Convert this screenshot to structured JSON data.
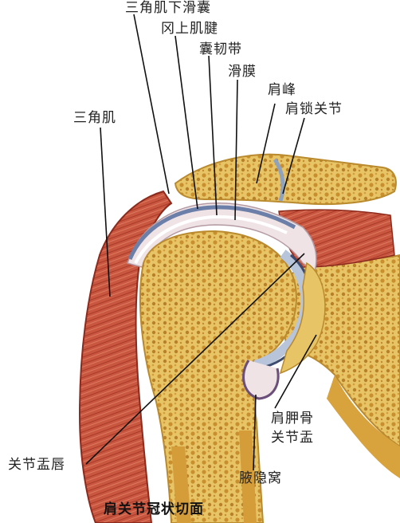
{
  "labels": {
    "deltoid_bursa": "三角肌下滑囊",
    "supraspinatus_tendon": "冈上肌腱",
    "capsular_ligament": "囊韧带",
    "synovium": "滑膜",
    "acromion": "肩峰",
    "ac_joint": "肩锁关节",
    "deltoid": "三角肌",
    "glenoid_1": "肩胛骨",
    "glenoid_2": "关节盂",
    "labrum": "关节盂唇",
    "axillary_recess": "腋隐窝"
  },
  "caption": "肩关节冠状切面",
  "colors": {
    "muscle": "#c8553f",
    "muscle_dark": "#9e3526",
    "bone": "#e9c96a",
    "bone_spongy": "#d9a640",
    "cartilage": "#b9c6d8",
    "capsule": "#f0e6e8"
  }
}
